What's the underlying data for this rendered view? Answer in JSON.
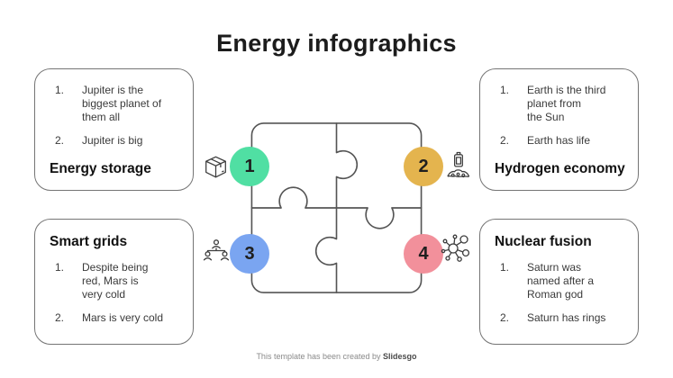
{
  "title": "Energy infographics",
  "footer": {
    "text": "This template has been created by ",
    "brand": "Slidesgo"
  },
  "puzzle": {
    "stroke_color": "#555555"
  },
  "sections": [
    {
      "num": "1",
      "heading": "Energy storage",
      "color": "#50DFA3",
      "icon": "package-box-icon",
      "items": [
        {
          "n": "1.",
          "text": "Jupiter is the\nbiggest planet of\nthem all"
        },
        {
          "n": "2.",
          "text": "Jupiter is big"
        }
      ]
    },
    {
      "num": "2",
      "heading": "Hydrogen economy",
      "color": "#E4B44E",
      "icon": "battery-pile-icon",
      "items": [
        {
          "n": "1.",
          "text": "Earth is the third\nplanet from\nthe Sun"
        },
        {
          "n": "2.",
          "text": "Earth has life"
        }
      ]
    },
    {
      "num": "3",
      "heading": "Smart grids",
      "color": "#7AA5F1",
      "icon": "people-hierarchy-icon",
      "items": [
        {
          "n": "1.",
          "text": "Despite being\nred, Mars is\nvery cold"
        },
        {
          "n": "2.",
          "text": "Mars is very cold"
        }
      ]
    },
    {
      "num": "4",
      "heading": "Nuclear fusion",
      "color": "#F2909B",
      "icon": "molecule-network-icon",
      "items": [
        {
          "n": "1.",
          "text": "Saturn was\nnamed after a\nRoman god"
        },
        {
          "n": "2.",
          "text": "Saturn has rings"
        }
      ]
    }
  ]
}
